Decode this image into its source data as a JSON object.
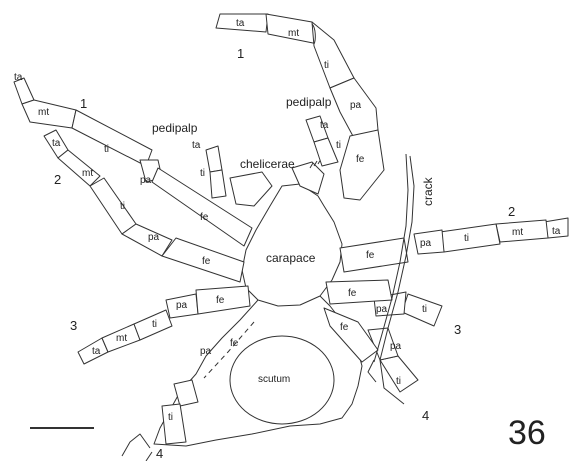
{
  "figure": {
    "number": "36",
    "labels": {
      "carapace": "carapace",
      "scutum": "scutum",
      "chelicerae": "chelicerae",
      "pedipalp_left": "pedipalp",
      "pedipalp_right": "pedipalp",
      "crack": "crack"
    },
    "segments": {
      "ta": "ta",
      "mt": "mt",
      "ti": "ti",
      "pa": "pa",
      "fe": "fe"
    },
    "leg_numbers": {
      "one": "1",
      "two": "2",
      "three": "3",
      "four": "4"
    }
  }
}
